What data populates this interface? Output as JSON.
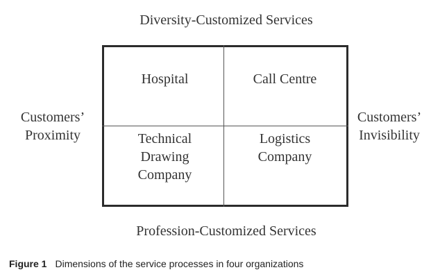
{
  "diagram": {
    "top_label": "Diversity-Customized  Services",
    "bottom_label": "Profession-Customized  Services",
    "left_label": "Customers’\nProximity",
    "right_label": "Customers’\nInvisibility",
    "cells": {
      "top_left": "Hospital",
      "top_right": "Call  Centre",
      "bottom_left": "Technical\nDrawing\nCompany",
      "bottom_right": "Logistics\nCompany"
    }
  },
  "caption": {
    "figure": "Figure 1",
    "text": "Dimensions of the service processes in four organizations"
  }
}
